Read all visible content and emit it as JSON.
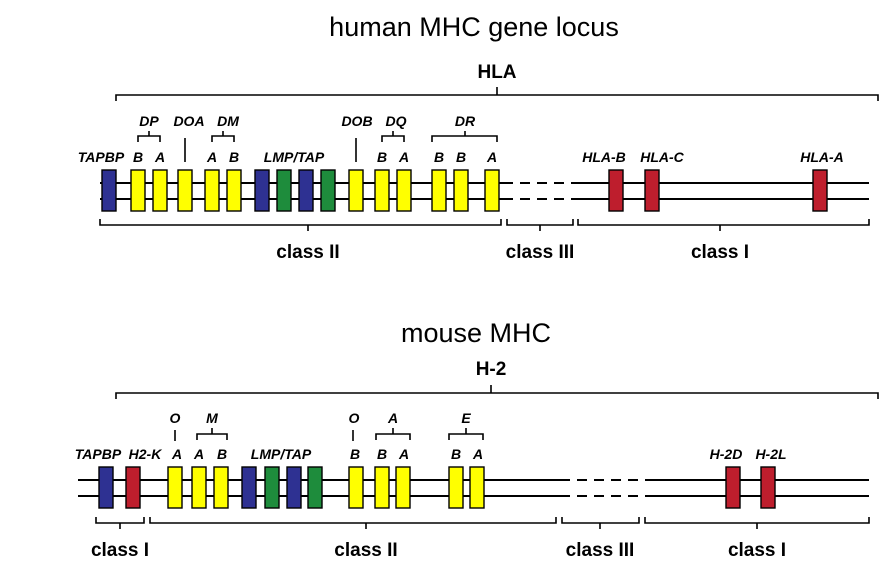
{
  "colors": {
    "yellow": "#FFFF00",
    "blue": "#2E3192",
    "green": "#1E8C3C",
    "red": "#BE1E2D"
  },
  "human": {
    "title": "human MHC gene locus",
    "locus_label": "HLA",
    "class_labels": {
      "class2": "class II",
      "class3": "class III",
      "class1": "class I"
    },
    "labels": {
      "tapbp": "TAPBP",
      "dp": "DP",
      "dp_b": "B",
      "dp_a": "A",
      "doa": "DOA",
      "dm": "DM",
      "dm_a": "A",
      "dm_b": "B",
      "lmp_tap": "LMP/TAP",
      "dob": "DOB",
      "dq": "DQ",
      "dq_b": "B",
      "dq_a": "A",
      "dr": "DR",
      "dr_b1": "B",
      "dr_b2": "B",
      "dr_a": "A",
      "hla_b": "HLA-B",
      "hla_c": "HLA-C",
      "hla_a": "HLA-A"
    }
  },
  "mouse": {
    "title": "mouse MHC",
    "locus_label": "H-2",
    "class_labels": {
      "class1_left": "class I",
      "class2": "class II",
      "class3": "class III",
      "class1_right": "class I"
    },
    "labels": {
      "tapbp": "TAPBP",
      "h2k": "H2-K",
      "o_left": "O",
      "o_a": "A",
      "m": "M",
      "m_a": "A",
      "m_b": "B",
      "lmp_tap": "LMP/TAP",
      "o_right": "O",
      "o_b": "B",
      "a": "A",
      "a_b": "B",
      "a_a": "A",
      "e": "E",
      "e_b": "B",
      "e_a": "A",
      "h2d": "H-2D",
      "h2l": "H-2L"
    }
  }
}
